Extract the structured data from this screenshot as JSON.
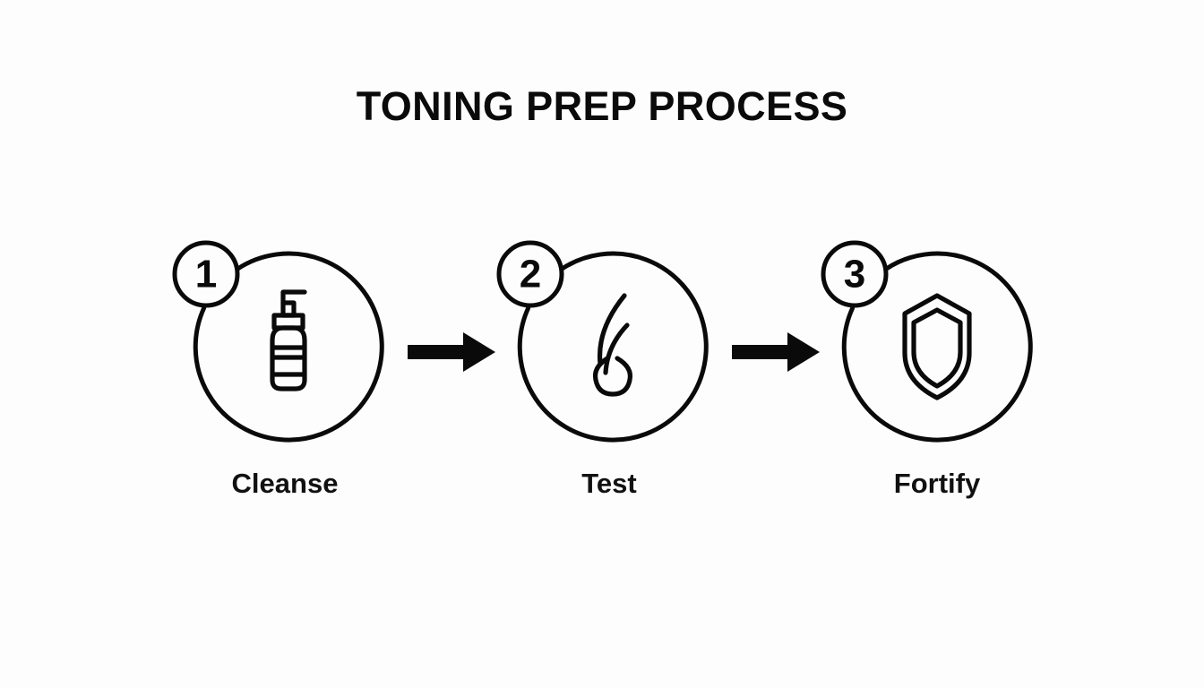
{
  "page": {
    "background_color": "#fdfdfd",
    "ink_color": "#0a0a0a"
  },
  "header": {
    "title": "TONING PREP PROCESS"
  },
  "diagram": {
    "type": "process-flow",
    "orientation": "horizontal",
    "step_count": 3,
    "connector": "solid-black-arrow",
    "steps": [
      {
        "number": "1",
        "label": "Cleanse",
        "icon": "pump-bottle-icon",
        "icon_description": "ribbed pump dispenser bottle"
      },
      {
        "number": "2",
        "label": "Test",
        "icon": "hair-follicle-icon",
        "icon_description": "hair strands growing from follicle bulb"
      },
      {
        "number": "3",
        "label": "Fortify",
        "icon": "shield-icon",
        "icon_description": "double outlined protective shield"
      }
    ],
    "arrows": [
      {
        "name": "arrow-step-1-to-2",
        "glyph": "right-arrow-icon"
      },
      {
        "name": "arrow-step-2-to-3",
        "glyph": "right-arrow-icon"
      }
    ]
  }
}
